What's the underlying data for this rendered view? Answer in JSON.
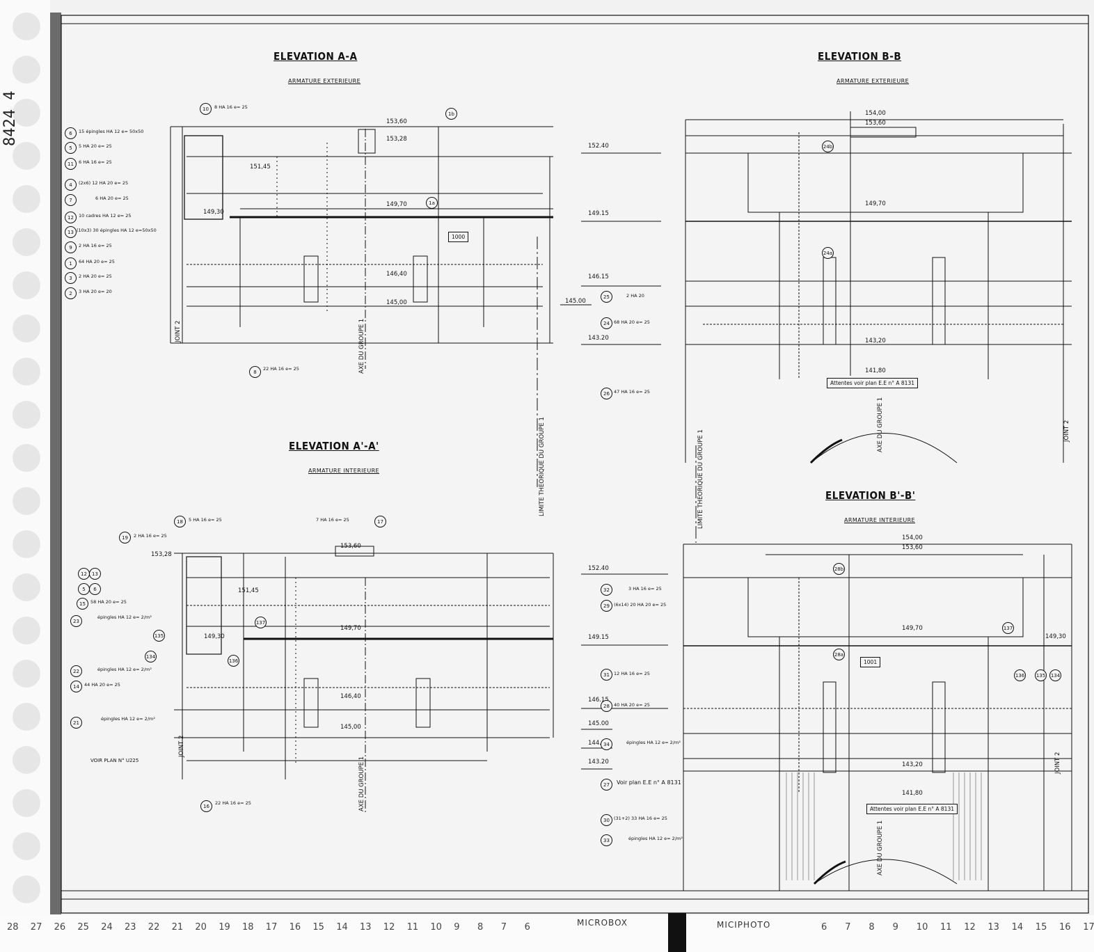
{
  "margin_note": "8424 4",
  "views": [
    {
      "title": "ELEVATION A-A",
      "subtitle": "ARMATURE EXTERIEURE"
    },
    {
      "title": "ELEVATION B-B",
      "subtitle": "ARMATURE EXTERIEURE"
    },
    {
      "title": "ELEVATION A'-A'",
      "subtitle": "ARMATURE INTERIEURE"
    },
    {
      "title": "ELEVATION B'-B'",
      "subtitle": "ARMATURE INTERIEURE"
    }
  ],
  "callouts_aa": [
    {
      "mark": "10",
      "text": "8 HA 16  e= 25"
    },
    {
      "mark": "6",
      "text": "15 épingles HA 12  e= 50x50"
    },
    {
      "mark": "5",
      "text": "5 HA 20  e= 25"
    },
    {
      "mark": "11",
      "text": "6 HA 16  e= 25"
    },
    {
      "mark": "4",
      "text": "(2x6) 12 HA 20  e= 25"
    },
    {
      "mark": "7",
      "text": "6 HA 20  e= 25"
    },
    {
      "mark": "12",
      "text": "10 cadres HA 12  e= 25"
    },
    {
      "mark": "13",
      "text": "(10x3) 30 épingles HA 12  e=50x50"
    },
    {
      "mark": "9",
      "text": "2 HA 16  e= 25"
    },
    {
      "mark": "1",
      "text": "64 HA 20  e= 25"
    },
    {
      "mark": "3",
      "text": "2 HA 20  e= 25"
    },
    {
      "mark": "2",
      "text": "3 HA 20  e= 20"
    },
    {
      "mark": "8",
      "text": "22 HA 16  e= 25"
    }
  ],
  "levels_aa": [
    "153,60",
    "153,28",
    "151,45",
    "149,70",
    "149,30",
    "146,40",
    "145,00"
  ],
  "tag_aa": "1000",
  "marks_aa_extra": [
    "1b",
    "1a"
  ],
  "axis_label": "AXE DU GROUPE 1",
  "joint_label": "JOINT 2",
  "limit_label": "LIMITE THEORIQUE DU GROUPE 1",
  "center_levels_top": [
    "152.40",
    "149.15",
    "146.15",
    "145.00",
    "143.20"
  ],
  "center_callouts_top": [
    {
      "mark": "25",
      "text": "2 HA 20"
    },
    {
      "mark": "24",
      "text": "68 HA 20  e= 25"
    },
    {
      "mark": "26",
      "text": "47 HA 16  e= 25"
    }
  ],
  "levels_bb": [
    "154,00",
    "153,60",
    "149,70",
    "143,20",
    "141,80"
  ],
  "marks_bb": [
    "24b",
    "24a"
  ],
  "attentes": "Attentes voir plan E.E n° A 8131",
  "callouts_a2": [
    {
      "mark": "18",
      "text": "5 HA 16  e= 25"
    },
    {
      "mark": "17",
      "text": "7 HA 16  e= 25"
    },
    {
      "mark": "19",
      "text": "2 HA 16  e= 25"
    },
    {
      "mark": "12",
      "text": ""
    },
    {
      "mark": "13",
      "text": ""
    },
    {
      "mark": "5",
      "text": ""
    },
    {
      "mark": "6",
      "text": ""
    },
    {
      "mark": "15",
      "text": "58 HA 20  e= 25"
    },
    {
      "mark": "23",
      "text": "épingles HA 12  e= 2/m²"
    },
    {
      "mark": "135",
      "text": ""
    },
    {
      "mark": "134",
      "text": ""
    },
    {
      "mark": "22",
      "text": "épingles HA 12  e= 2/m²"
    },
    {
      "mark": "14",
      "text": "44 HA 20  e= 25"
    },
    {
      "mark": "21",
      "text": "épingles HA 12  e= 2/m²"
    },
    {
      "mark": "16",
      "text": "22 HA 16  e= 25"
    }
  ],
  "marks_a2_extra": [
    "137",
    "136"
  ],
  "voir_plan": "VOIR  PLAN   N° U225",
  "levels_a2": [
    "153,28",
    "153,60",
    "151,45",
    "149,70",
    "149,30",
    "146,40",
    "145,00"
  ],
  "center_levels_bottom": [
    "152.40",
    "149.15",
    "146.15",
    "145.00",
    "144.10",
    "143.20"
  ],
  "center_callouts_bottom": [
    {
      "mark": "32",
      "text": "3 HA 16  e= 25"
    },
    {
      "mark": "29",
      "text": "(6x14) 20 HA 20  e= 25"
    },
    {
      "mark": "31",
      "text": "12 HA 16  e= 25"
    },
    {
      "mark": "28",
      "text": "40 HA 20  e= 25"
    },
    {
      "mark": "34",
      "text": "épingles HA 12  e= 2/m²"
    },
    {
      "mark": "27",
      "text": "Voir plan  E.E  n° A 8131"
    },
    {
      "mark": "30",
      "text": "(31+2) 33 HA 16  e= 25"
    },
    {
      "mark": "33",
      "text": "épingles HA 12  e= 2/m²"
    }
  ],
  "levels_b2": [
    "154,00",
    "153,60",
    "149,70",
    "149,30",
    "143,20",
    "141,80"
  ],
  "marks_b2": [
    "28b",
    "28a",
    "137",
    "136",
    "135",
    "134"
  ],
  "tag_b2": "1001",
  "bottom_scale_left": [
    "28",
    "27",
    "26",
    "25",
    "24",
    "23",
    "22",
    "21",
    "20",
    "19",
    "18",
    "17",
    "16",
    "15",
    "14",
    "13",
    "12",
    "11",
    "10",
    "9",
    "8",
    "7",
    "6"
  ],
  "bottom_scale_right": [
    "6",
    "7",
    "8",
    "9",
    "10",
    "11",
    "12",
    "13",
    "14",
    "15",
    "16",
    "17"
  ],
  "brand_left": "MICROBOX",
  "brand_right": "MICIPHOTO"
}
